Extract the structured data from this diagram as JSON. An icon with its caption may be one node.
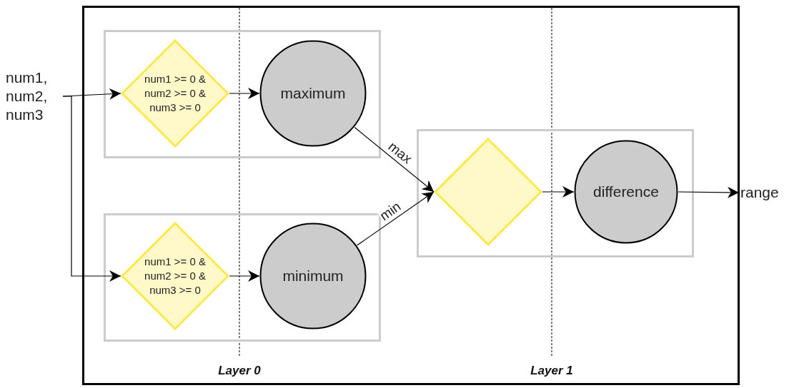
{
  "diagram": {
    "nodes": [
      {
        "text": [],
        "shape": "box"
      },
      {
        "text": [
          "num1, num2, num3"
        ]
      },
      {
        "text": [],
        "shape": "box",
        "in": 0
      },
      {
        "text": [
          "num1 >= 0 & num2 >= 0 & num3 >= 0"
        ],
        "in": 2
      },
      {
        "text": [
          "maximum"
        ],
        "in": 2
      },
      {
        "text": [],
        "shape": "box",
        "in": 0
      },
      {
        "text": [
          "num1 >= 0 & num2 >= 0 & num3 >= 0"
        ],
        "in": 5
      },
      {
        "text": [
          "minimum"
        ],
        "in": 5
      },
      {
        "text": [],
        "shape": "box",
        "in": 0
      },
      {
        "text": [],
        "shape": "diamond",
        "in": 8
      },
      {
        "text": [
          "difference"
        ],
        "in": 8
      },
      {
        "text": [
          "range"
        ]
      }
    ],
    "edges": [
      {
        "from": 1,
        "to": 3,
        "arrow": "to"
      },
      {
        "from": 1,
        "to": 6,
        "arrow": "to"
      },
      {
        "from": 3,
        "to": 4,
        "arrow": "to"
      },
      {
        "from": 6,
        "to": 7,
        "arrow": "to"
      },
      {
        "from": 4,
        "to": 9,
        "arrow": "to",
        "label": "max"
      },
      {
        "from": 7,
        "to": 9,
        "arrow": "to",
        "label": "min"
      },
      {
        "from": 9,
        "to": 10,
        "arrow": "to"
      },
      {
        "from": 10,
        "to": 11,
        "arrow": "to"
      }
    ],
    "labels": [
      "Layer 0",
      "Layer 1"
    ]
  }
}
